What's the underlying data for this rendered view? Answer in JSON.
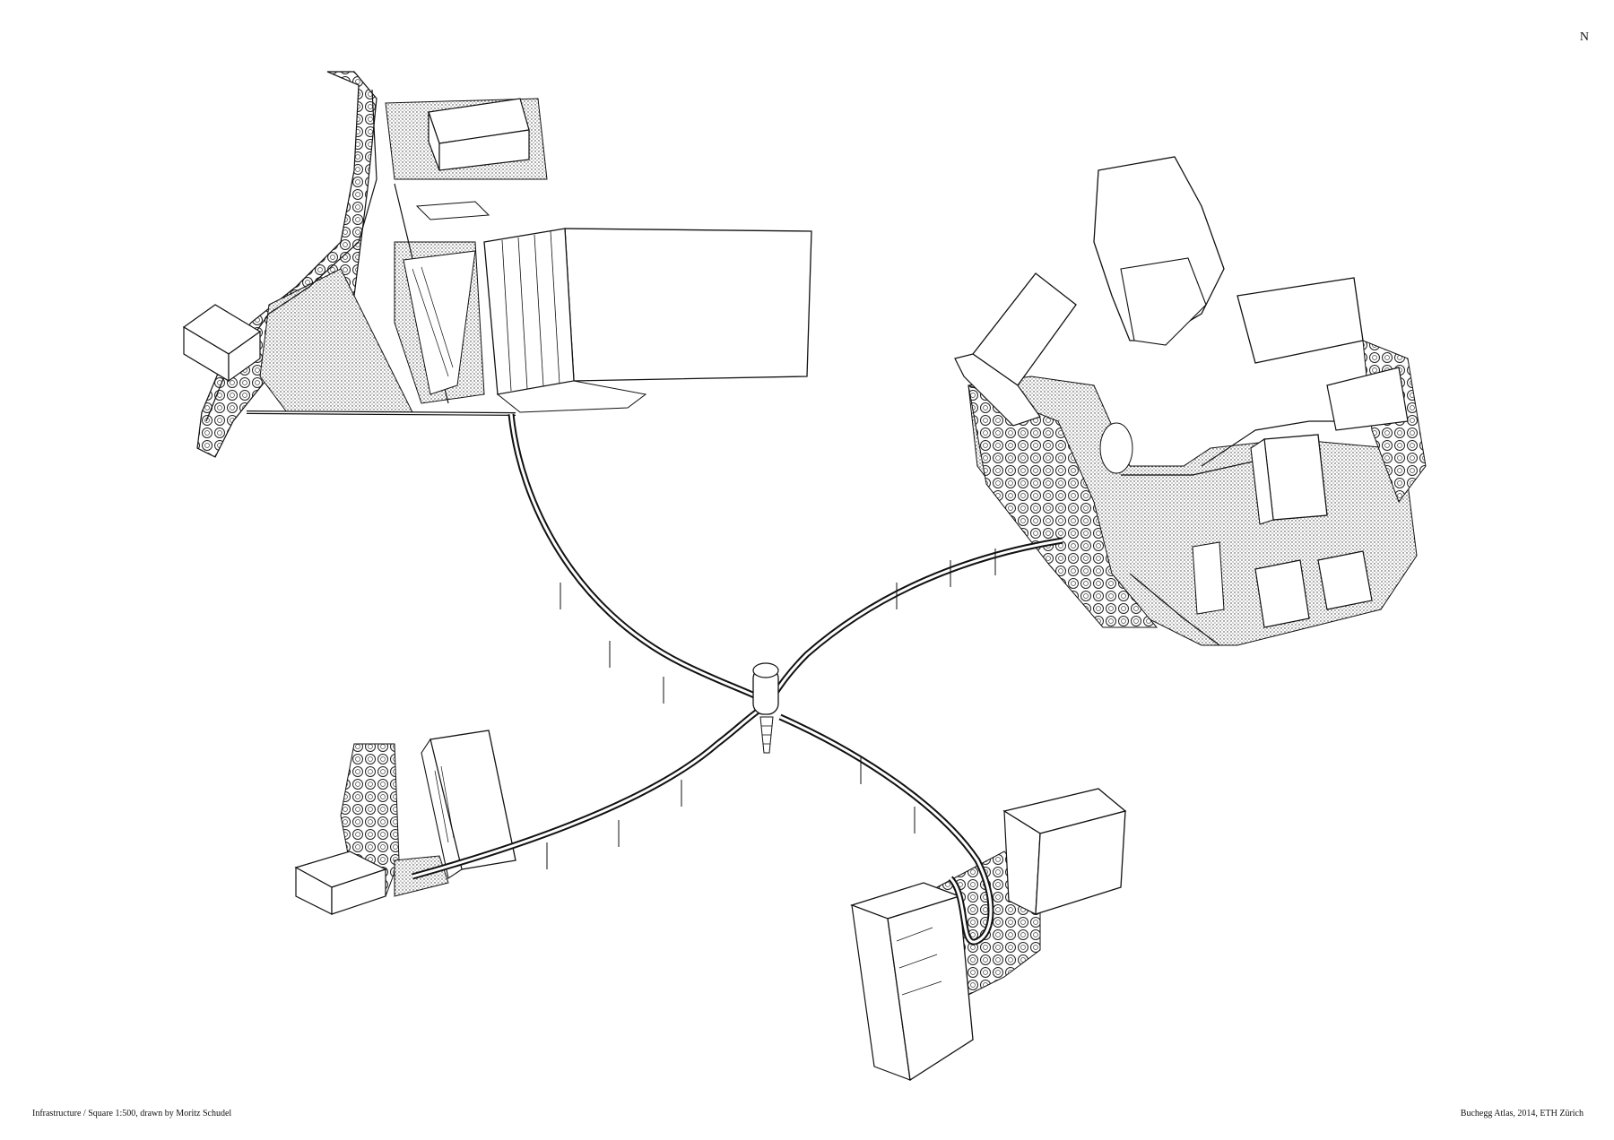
{
  "captions": {
    "left": "Infrastructure / Square 1:500, drawn by Moritz Schudel",
    "right": "Buchegg Atlas, 2014, ETH Zürich"
  },
  "north_arrow": {
    "label": "N",
    "icon": "north-arrow-icon"
  },
  "colors": {
    "ink": "#111111",
    "paper": "#ffffff",
    "vegetation": "#8a8a8a"
  }
}
